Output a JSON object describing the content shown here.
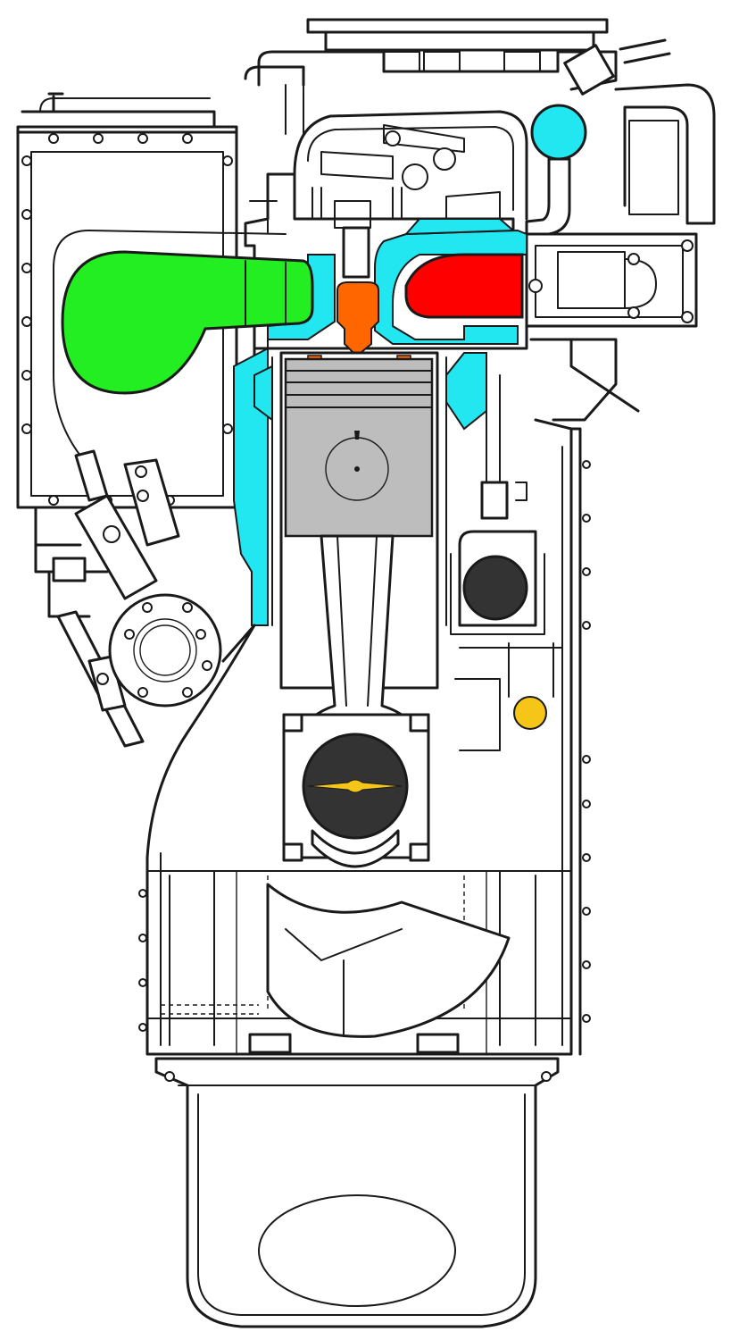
{
  "colors": {
    "intake_air": "#22ee22",
    "coolant": "#22e6f0",
    "exhaust": "#ff0000",
    "fuel_injector": "#ff6600",
    "piston": "#bdbdbd",
    "lube_oil": "#f5c518",
    "line": "#1a1a1a",
    "background": "#ffffff"
  },
  "components": {
    "intake_manifold": {
      "icon": "air-intake-duct",
      "color_key": "intake_air"
    },
    "cooling_jacket": {
      "icon": "water-jacket",
      "color_key": "coolant"
    },
    "coolant_outlet": {
      "icon": "coolant-pipe-circle",
      "color_key": "coolant"
    },
    "exhaust_port": {
      "icon": "exhaust-duct",
      "color_key": "exhaust"
    },
    "injector": {
      "icon": "fuel-injector",
      "color_key": "fuel_injector"
    },
    "piston": {
      "icon": "piston",
      "color_key": "piston"
    },
    "connecting_rod": {
      "icon": "connecting-rod"
    },
    "crankshaft": {
      "icon": "crankshaft",
      "color_key": "lube_oil"
    },
    "oil_gallery": {
      "icon": "oil-gallery-circle",
      "color_key": "lube_oil"
    },
    "camshaft": {
      "icon": "camshaft"
    },
    "fuel_pump": {
      "icon": "fuel-injection-pump"
    },
    "oil_sump": {
      "icon": "oil-sump"
    }
  }
}
